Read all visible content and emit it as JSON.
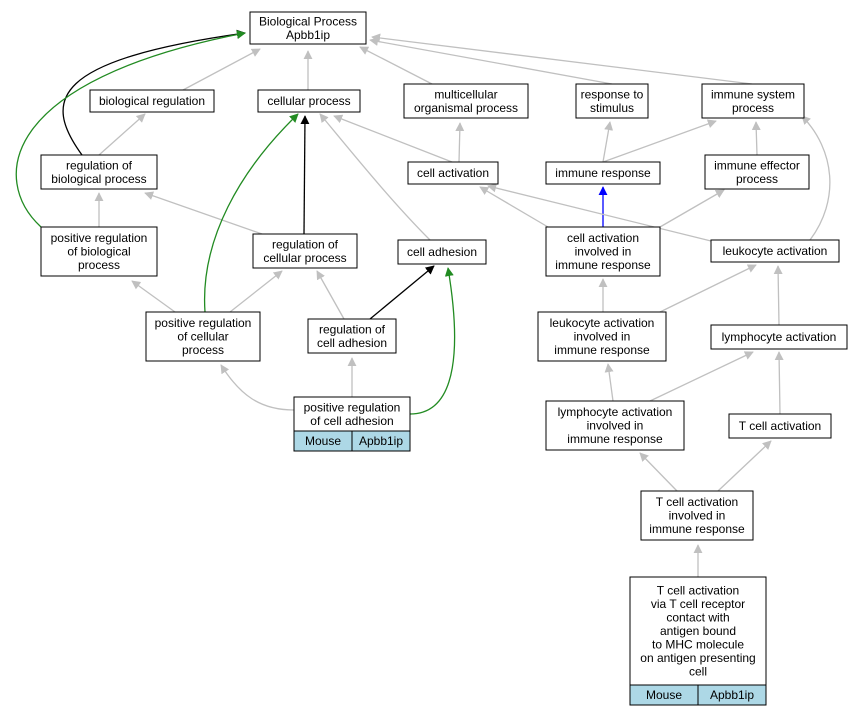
{
  "colors": {
    "is_a": "#c0c0c0",
    "regulates": "#000000",
    "positively_regulates": "#228b22",
    "part_of": "#0000ff",
    "tag_fill": "#add8e6"
  },
  "nodes": {
    "root": [
      "Biological Process",
      "Apbb1ip"
    ],
    "bioreg": [
      "biological regulation"
    ],
    "cellproc": [
      "cellular process"
    ],
    "multi": [
      "multicellular",
      "organismal process"
    ],
    "resp": [
      "response to",
      "stimulus"
    ],
    "immsys": [
      "immune system",
      "process"
    ],
    "regbio": [
      "regulation of",
      "biological process"
    ],
    "cellact": [
      "cell activation"
    ],
    "immresp": [
      "immune response"
    ],
    "immeff": [
      "immune effector",
      "process"
    ],
    "posregbio": [
      "positive regulation",
      "of biological",
      "process"
    ],
    "regcell": [
      "regulation of",
      "cellular process"
    ],
    "celladh": [
      "cell adhesion"
    ],
    "cellactimm": [
      "cell activation",
      "involved in",
      "immune response"
    ],
    "leukact": [
      "leukocyte activation"
    ],
    "posregcell": [
      "positive regulation",
      "of cellular",
      "process"
    ],
    "regcelladh": [
      "regulation of",
      "cell adhesion"
    ],
    "leukactimm": [
      "leukocyte activation",
      "involved in",
      "immune response"
    ],
    "lymphact": [
      "lymphocyte activation"
    ],
    "posregcelladh": [
      "positive regulation",
      "of cell adhesion"
    ],
    "lymphactimm": [
      "lymphocyte activation",
      "involved in",
      "immune response"
    ],
    "tcellact": [
      "T cell activation"
    ],
    "tcellactimm": [
      "T cell activation",
      "involved in",
      "immune response"
    ],
    "tcr": [
      "T cell activation",
      "via T cell receptor",
      "contact with",
      "antigen bound",
      "to MHC molecule",
      "on antigen presenting",
      "cell"
    ]
  },
  "tags": {
    "posregcelladh": [
      "Mouse",
      "Apbb1ip"
    ],
    "tcr": [
      "Mouse",
      "Apbb1ip"
    ]
  },
  "edges": [
    [
      "bioreg",
      "root",
      "is_a"
    ],
    [
      "cellproc",
      "root",
      "is_a"
    ],
    [
      "multi",
      "root",
      "is_a"
    ],
    [
      "resp",
      "root",
      "is_a"
    ],
    [
      "immsys",
      "root",
      "is_a"
    ],
    [
      "regbio",
      "bioreg",
      "is_a"
    ],
    [
      "regbio",
      "root",
      "regulates"
    ],
    [
      "posregbio",
      "regbio",
      "is_a"
    ],
    [
      "posregbio",
      "root",
      "positively_regulates"
    ],
    [
      "cellact",
      "cellproc",
      "is_a"
    ],
    [
      "cellact",
      "multi",
      "is_a"
    ],
    [
      "immresp",
      "resp",
      "is_a"
    ],
    [
      "immresp",
      "immsys",
      "is_a"
    ],
    [
      "immeff",
      "immsys",
      "is_a"
    ],
    [
      "regcell",
      "regbio",
      "is_a"
    ],
    [
      "regcell",
      "cellproc",
      "regulates"
    ],
    [
      "celladh",
      "cellproc",
      "is_a"
    ],
    [
      "posregcell",
      "posregbio",
      "is_a"
    ],
    [
      "posregcell",
      "regcell",
      "is_a"
    ],
    [
      "posregcell",
      "cellproc",
      "positively_regulates"
    ],
    [
      "regcelladh",
      "regcell",
      "is_a"
    ],
    [
      "regcelladh",
      "celladh",
      "regulates"
    ],
    [
      "posregcelladh",
      "posregcell",
      "is_a"
    ],
    [
      "posregcelladh",
      "regcelladh",
      "is_a"
    ],
    [
      "posregcelladh",
      "celladh",
      "positively_regulates"
    ],
    [
      "cellactimm",
      "cellact",
      "is_a"
    ],
    [
      "cellactimm",
      "immeff",
      "is_a"
    ],
    [
      "cellactimm",
      "immresp",
      "part_of"
    ],
    [
      "leukact",
      "cellact",
      "is_a"
    ],
    [
      "leukact",
      "immsys",
      "is_a"
    ],
    [
      "leukactimm",
      "cellactimm",
      "is_a"
    ],
    [
      "leukactimm",
      "leukact",
      "is_a"
    ],
    [
      "lymphact",
      "leukact",
      "is_a"
    ],
    [
      "lymphactimm",
      "leukactimm",
      "is_a"
    ],
    [
      "lymphactimm",
      "lymphact",
      "is_a"
    ],
    [
      "tcellact",
      "lymphact",
      "is_a"
    ],
    [
      "tcellactimm",
      "lymphactimm",
      "is_a"
    ],
    [
      "tcellactimm",
      "tcellact",
      "is_a"
    ],
    [
      "tcr",
      "tcellactimm",
      "is_a"
    ]
  ]
}
